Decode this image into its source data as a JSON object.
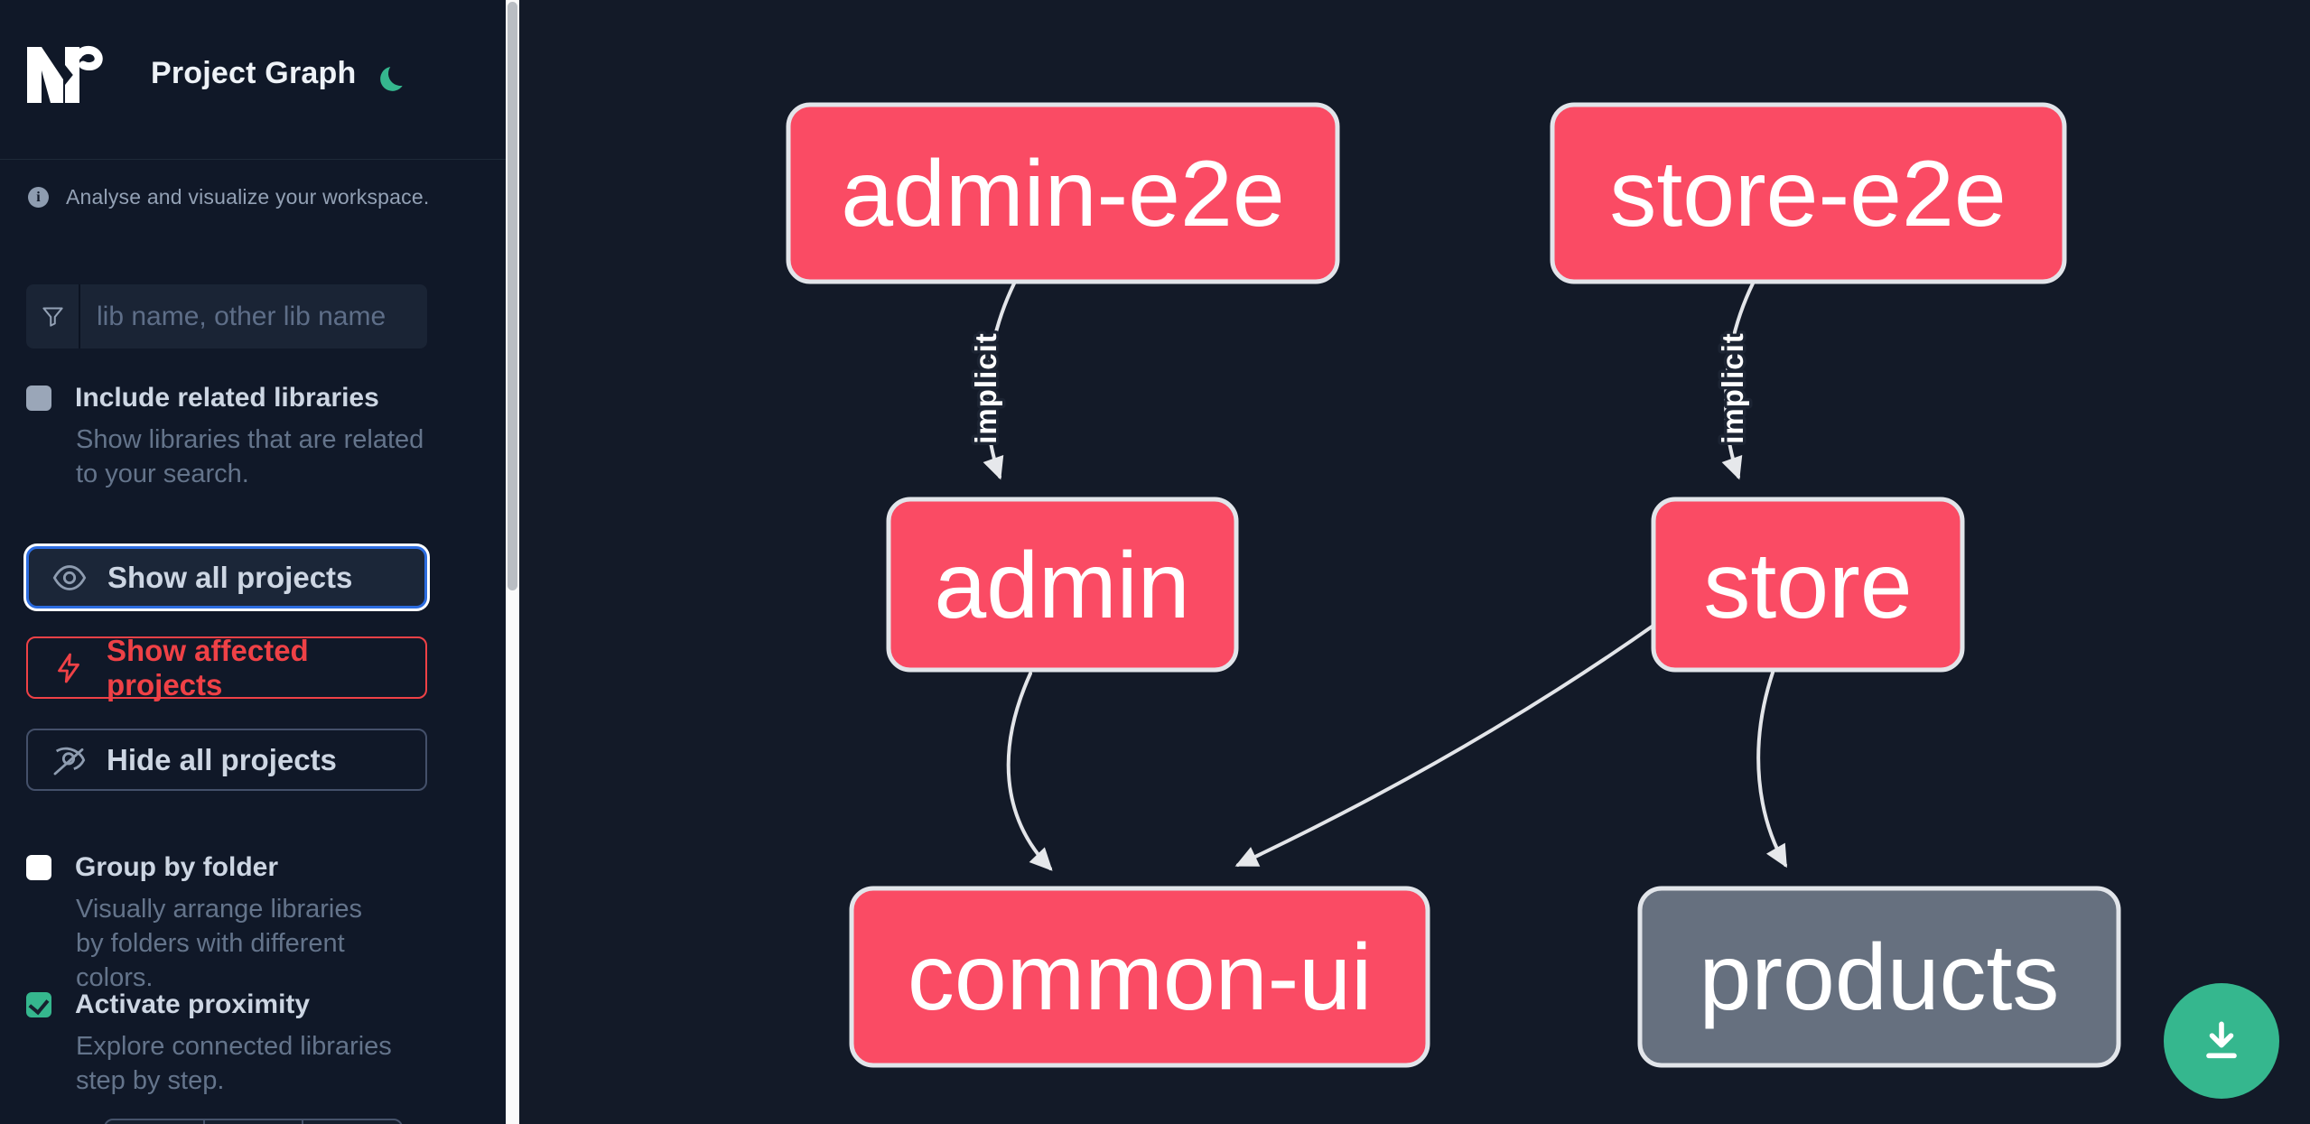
{
  "app": {
    "title": "Project Graph"
  },
  "sidebar": {
    "tagline": "Analyse and visualize your workspace.",
    "filter": {
      "placeholder": "lib name, other lib name"
    },
    "options": [
      {
        "label": "Include related libraries",
        "description": "Show libraries that are related to your search.",
        "checked": false
      },
      {
        "label": "Group by folder",
        "description": "Visually arrange libraries by folders with different colors.",
        "checked": false
      },
      {
        "label": "Activate proximity",
        "description": "Explore connected libraries step by step.",
        "checked": true
      }
    ],
    "actions": [
      {
        "label": "Show all projects",
        "icon": "eye-icon",
        "state": "focused"
      },
      {
        "label": "Show affected projects",
        "icon": "bolt-icon",
        "state": "default"
      },
      {
        "label": "Hide all projects",
        "icon": "eye-off-icon",
        "state": "default"
      }
    ]
  },
  "graph": {
    "nodes": [
      {
        "id": "admin-e2e",
        "label": "admin-e2e",
        "color": "#fa4b64"
      },
      {
        "id": "store-e2e",
        "label": "store-e2e",
        "color": "#fa4b64"
      },
      {
        "id": "admin",
        "label": "admin",
        "color": "#fa4b64"
      },
      {
        "id": "store",
        "label": "store",
        "color": "#fa4b64"
      },
      {
        "id": "common-ui",
        "label": "common-ui",
        "color": "#fa4b64"
      },
      {
        "id": "products",
        "label": "products",
        "color": "#66707f"
      }
    ],
    "edges": [
      {
        "from": "admin-e2e",
        "to": "admin",
        "label": "implicit"
      },
      {
        "from": "store-e2e",
        "to": "store",
        "label": "implicit"
      },
      {
        "from": "admin",
        "to": "common-ui",
        "label": ""
      },
      {
        "from": "store",
        "to": "common-ui",
        "label": ""
      },
      {
        "from": "store",
        "to": "products",
        "label": ""
      }
    ]
  },
  "colors": {
    "accent_green": "#35b78e",
    "node_pink": "#fa4b64",
    "node_gray": "#66707f",
    "focus_blue": "#2c6ce0",
    "danger_red": "#ef4146",
    "edge_gray": "#e3e5e9"
  }
}
